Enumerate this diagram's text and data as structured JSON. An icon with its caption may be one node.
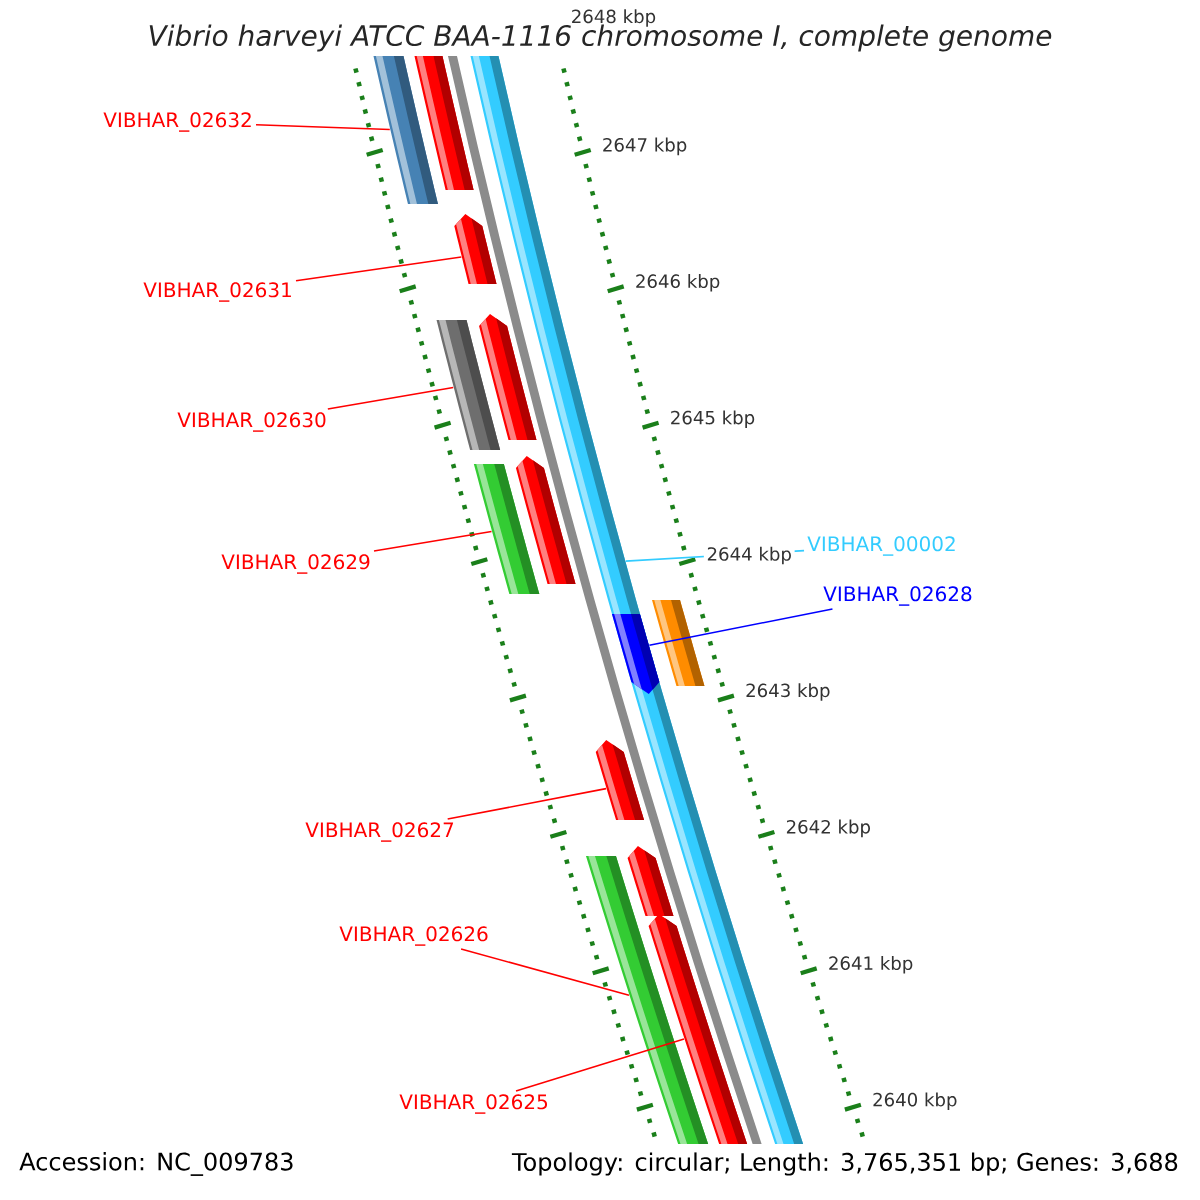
{
  "diagram": {
    "title": "Vibrio harveyi ATCC BAA-1116 chromosome I, complete genome",
    "nodes": [
      {
        "text": [
          "VIBHAR_02632"
        ]
      },
      {
        "text": [],
        "shape": "bar"
      },
      {
        "text": [
          "VIBHAR_02631"
        ]
      },
      {
        "text": [],
        "shape": "bar"
      },
      {
        "text": [
          "VIBHAR_02630"
        ]
      },
      {
        "text": [],
        "shape": "bar"
      },
      {
        "text": [
          "VIBHAR_02629"
        ]
      },
      {
        "text": [],
        "shape": "bar"
      },
      {
        "text": [
          "VIBHAR_00002"
        ]
      },
      {
        "text": [],
        "shape": "bar"
      },
      {
        "text": [
          "VIBHAR_02628"
        ]
      },
      {
        "text": [],
        "shape": "bar",
        "in": 9
      },
      {
        "text": [
          "VIBHAR_02627"
        ]
      },
      {
        "text": [],
        "shape": "bar"
      },
      {
        "text": [
          "VIBHAR_02626"
        ]
      },
      {
        "text": [],
        "shape": "bar"
      },
      {
        "text": [
          "VIBHAR_02625"
        ]
      },
      {
        "text": [],
        "shape": "bar"
      }
    ],
    "edges": [
      {
        "from": 0,
        "to": 1,
        "arrow": "none"
      },
      {
        "from": 2,
        "to": 3,
        "arrow": "none"
      },
      {
        "from": 4,
        "to": 5,
        "arrow": "none"
      },
      {
        "from": 6,
        "to": 7,
        "arrow": "none"
      },
      {
        "from": 8,
        "to": 9,
        "arrow": "none",
        "color": "#33ccff"
      },
      {
        "from": 10,
        "to": 11,
        "arrow": "none",
        "color": "#0000ff"
      },
      {
        "from": 12,
        "to": 13,
        "arrow": "none"
      },
      {
        "from": 14,
        "to": 15,
        "arrow": "none"
      },
      {
        "from": 16,
        "to": 17,
        "arrow": "none"
      }
    ],
    "labels": [
      "2648 kbp",
      "2647 kbp",
      "2646 kbp",
      "2645 kbp",
      "2644 kbp",
      "2643 kbp",
      "2642 kbp",
      "2641 kbp",
      "2640 kbp",
      "Accession: NC_009783",
      "Topology: circular; Length: 3,765,351 bp; Genes: 3,688"
    ]
  }
}
